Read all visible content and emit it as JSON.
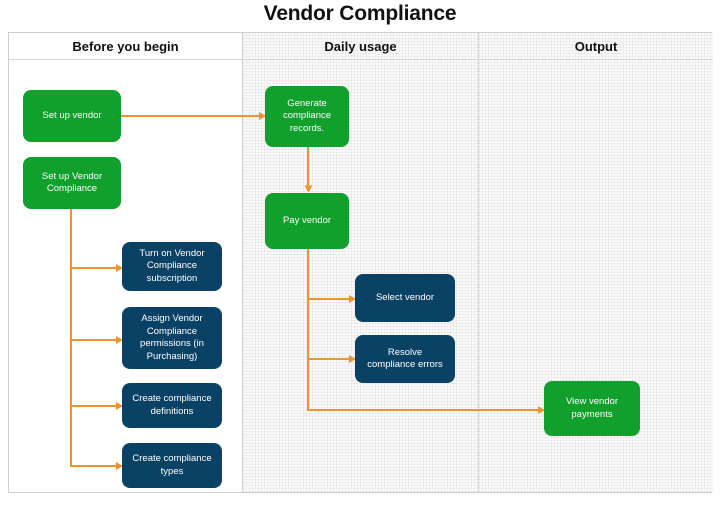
{
  "title": "Vendor Compliance",
  "colors": {
    "green": "#11a02c",
    "blue": "#0a4266",
    "connector": "#ef9232",
    "frame_border": "#cfcfcf",
    "lane_divider": "#b9b9b9"
  },
  "lanes": [
    {
      "id": "before-you-begin",
      "header": "Before you begin"
    },
    {
      "id": "daily-usage",
      "header": "Daily usage"
    },
    {
      "id": "output",
      "header": "Output"
    }
  ],
  "nodes": [
    {
      "id": "set-up-vendor",
      "lane": "before-you-begin",
      "type": "green",
      "label": "Set up vendor"
    },
    {
      "id": "set-up-vendor-compliance",
      "lane": "before-you-begin",
      "type": "green",
      "label": "Set up Vendor\nCompliance"
    },
    {
      "id": "turn-on-subscription",
      "lane": "before-you-begin",
      "type": "blue",
      "label": "Turn on Vendor\nCompliance\nsubscription"
    },
    {
      "id": "assign-permissions",
      "lane": "before-you-begin",
      "type": "blue",
      "label": "Assign Vendor\nCompliance\npermissions (in\nPurchasing)"
    },
    {
      "id": "create-compliance-definitions",
      "lane": "before-you-begin",
      "type": "blue",
      "label": "Create compliance\ndefinitions"
    },
    {
      "id": "create-compliance-types",
      "lane": "before-you-begin",
      "type": "blue",
      "label": "Create compliance\ntypes"
    },
    {
      "id": "generate-compliance-records",
      "lane": "daily-usage",
      "type": "green",
      "label": "Generate\ncompliance\nrecords."
    },
    {
      "id": "pay-vendor",
      "lane": "daily-usage",
      "type": "green",
      "label": "Pay vendor"
    },
    {
      "id": "select-vendor",
      "lane": "daily-usage",
      "type": "blue",
      "label": "Select vendor"
    },
    {
      "id": "resolve-compliance-errors",
      "lane": "daily-usage",
      "type": "blue",
      "label": "Resolve\ncompliance errors"
    },
    {
      "id": "view-vendor-payments",
      "lane": "output",
      "type": "green",
      "label": "View vendor\npayments"
    }
  ],
  "connections": [
    {
      "from": "set-up-vendor",
      "to": "generate-compliance-records"
    },
    {
      "from": "set-up-vendor-compliance",
      "to": "turn-on-subscription"
    },
    {
      "from": "set-up-vendor-compliance",
      "to": "assign-permissions"
    },
    {
      "from": "set-up-vendor-compliance",
      "to": "create-compliance-definitions"
    },
    {
      "from": "set-up-vendor-compliance",
      "to": "create-compliance-types"
    },
    {
      "from": "generate-compliance-records",
      "to": "pay-vendor"
    },
    {
      "from": "pay-vendor",
      "to": "select-vendor"
    },
    {
      "from": "pay-vendor",
      "to": "resolve-compliance-errors"
    },
    {
      "from": "pay-vendor",
      "to": "view-vendor-payments"
    }
  ]
}
